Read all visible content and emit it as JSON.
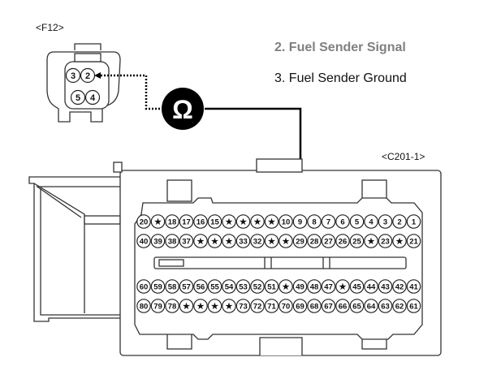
{
  "connector_f12": {
    "label": "<F12>",
    "pins": [
      "3",
      "2",
      "5",
      "4"
    ]
  },
  "connector_c201": {
    "label": "<C201-1>",
    "rows": [
      [
        "20",
        "★",
        "18",
        "17",
        "16",
        "15",
        "★",
        "★",
        "★",
        "★",
        "10",
        "9",
        "8",
        "7",
        "6",
        "5",
        "4",
        "3",
        "2",
        "1"
      ],
      [
        "40",
        "39",
        "38",
        "37",
        "★",
        "★",
        "★",
        "33",
        "32",
        "★",
        "★",
        "29",
        "28",
        "27",
        "26",
        "25",
        "★",
        "23",
        "★",
        "21"
      ],
      [
        "60",
        "59",
        "58",
        "57",
        "56",
        "55",
        "54",
        "53",
        "52",
        "51",
        "★",
        "49",
        "48",
        "47",
        "★",
        "45",
        "44",
        "43",
        "42",
        "41"
      ],
      [
        "80",
        "79",
        "78",
        "★",
        "★",
        "★",
        "★",
        "73",
        "72",
        "71",
        "70",
        "69",
        "68",
        "67",
        "66",
        "65",
        "64",
        "63",
        "62",
        "61"
      ]
    ]
  },
  "meter_symbol": "Ω",
  "legend": [
    "2. Fuel Sender Signal",
    "3. Fuel Sender Ground"
  ]
}
